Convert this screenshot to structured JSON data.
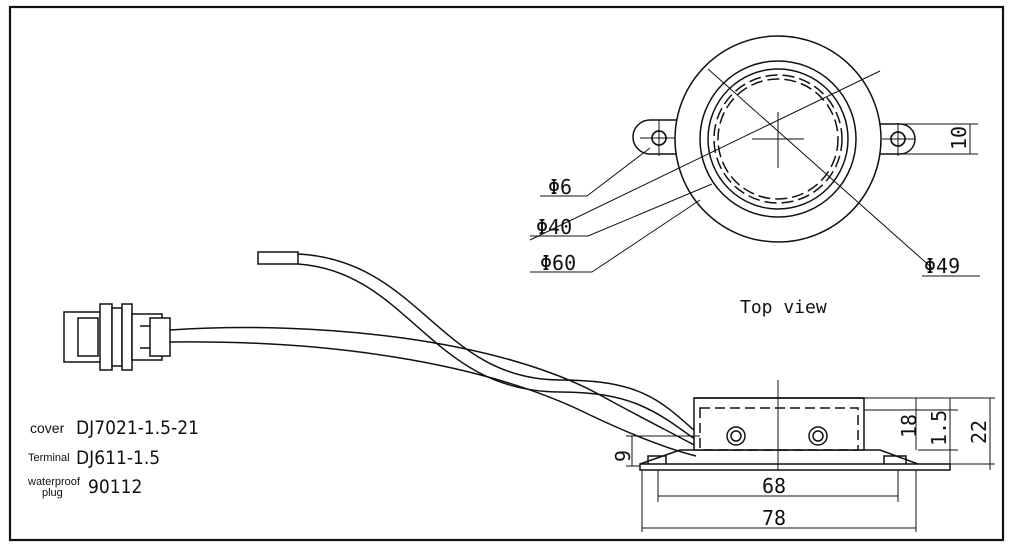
{
  "views": {
    "top_view_label": "Top view"
  },
  "dimensions": {
    "hole_diameter": "Φ6",
    "inner_diameter": "Φ40",
    "outer_diameter": "Φ60",
    "mid_diameter": "Φ49",
    "tab_width": "10",
    "body_width": "68",
    "base_width": "78",
    "body_height": "18",
    "base_thickness": "1.5",
    "total_height": "22",
    "wire_height": "9"
  },
  "parts": {
    "cover": {
      "label": "cover",
      "value": "DJ7021-1.5-21"
    },
    "terminal": {
      "label": "Terminal",
      "value": "DJ611-1.5"
    },
    "waterproof_plug": {
      "label_line1": "waterproof",
      "label_line2": "plug",
      "value": "90112"
    }
  }
}
